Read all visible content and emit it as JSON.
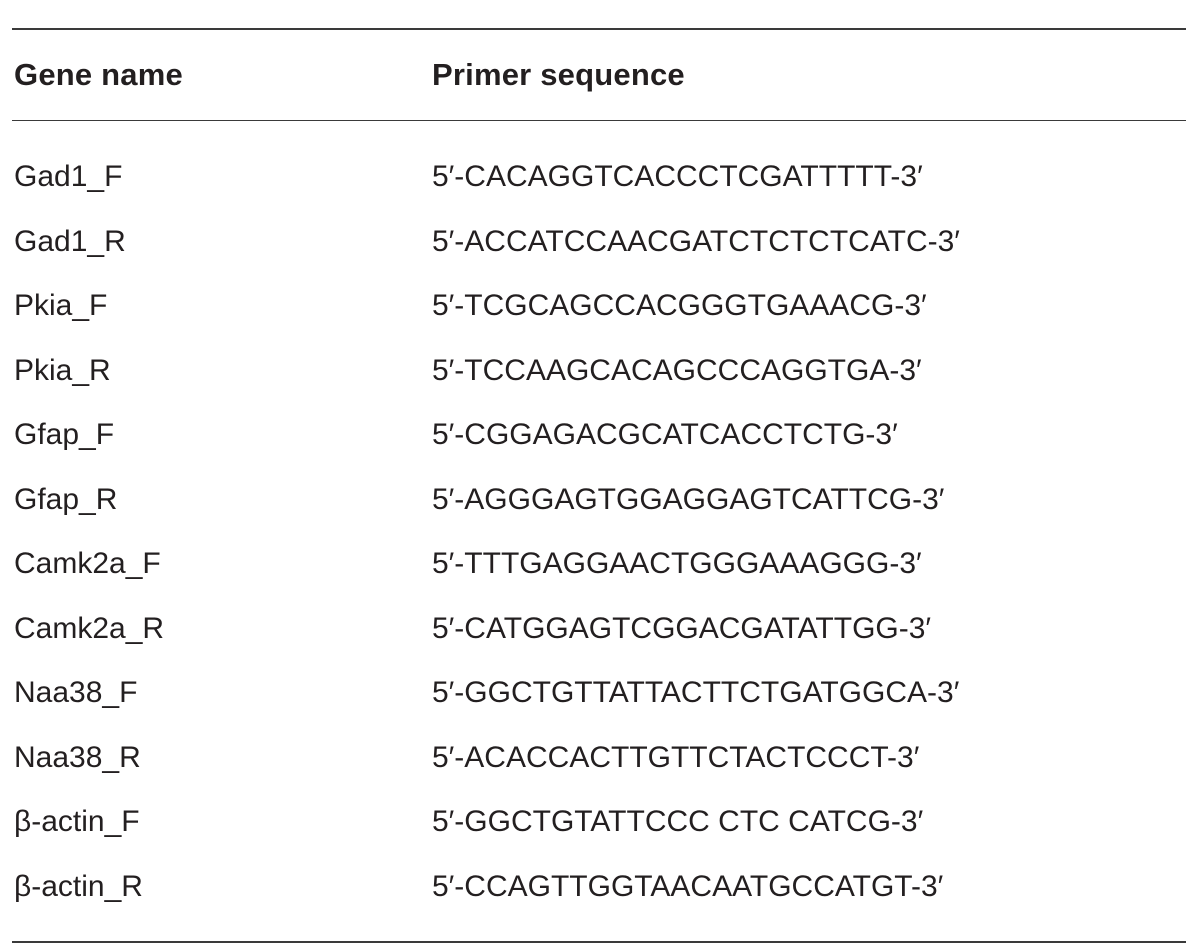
{
  "table": {
    "headers": {
      "gene": "Gene name",
      "sequence": "Primer sequence"
    },
    "rows": [
      {
        "gene": "Gad1_F",
        "sequence": "5′-CACAGGTCACCCTCGATTTTT-3′"
      },
      {
        "gene": "Gad1_R",
        "sequence": "5′-ACCATCCAACGATCTCTCTCATC-3′"
      },
      {
        "gene": "Pkia_F",
        "sequence": "5′-TCGCAGCCACGGGTGAAACG-3′"
      },
      {
        "gene": "Pkia_R",
        "sequence": "5′-TCCAAGCACAGCCCAGGTGA-3′"
      },
      {
        "gene": "Gfap_F",
        "sequence": "5′-CGGAGACGCATCACCTCTG-3′"
      },
      {
        "gene": "Gfap_R",
        "sequence": "5′-AGGGAGTGGAGGAGTCATTCG-3′"
      },
      {
        "gene": "Camk2a_F",
        "sequence": "5′-TTTGAGGAACTGGGAAAGGG-3′"
      },
      {
        "gene": "Camk2a_R",
        "sequence": "5′-CATGGAGTCGGACGATATTGG-3′"
      },
      {
        "gene": "Naa38_F",
        "sequence": "5′-GGCTGTTATTACTTCTGATGGCA-3′"
      },
      {
        "gene": "Naa38_R",
        "sequence": "5′-ACACCACTTGTTCTACTCCCT-3′"
      },
      {
        "gene": "β-actin_F",
        "sequence": "5′-GGCTGTATTCCC CTC CATCG-3′"
      },
      {
        "gene": "β-actin_R",
        "sequence": "5′-CCAGTTGGTAACAATGCCATGT-3′"
      }
    ]
  }
}
